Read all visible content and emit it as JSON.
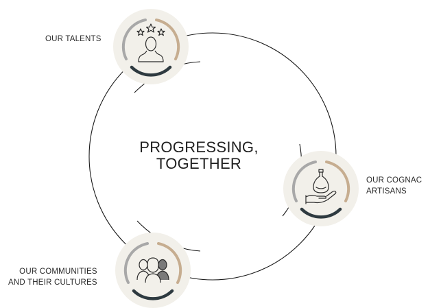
{
  "diagram": {
    "center_title": [
      "PROGRESSING,",
      "TOGETHER"
    ],
    "nodes": [
      {
        "id": "talents",
        "label_lines": [
          "OUR TALENTS"
        ],
        "icon": "person-stars-icon"
      },
      {
        "id": "cognac",
        "label_lines": [
          "OUR COGNAC",
          "ARTISANS"
        ],
        "icon": "hand-cognac-bottle-icon"
      },
      {
        "id": "communities",
        "label_lines": [
          "OUR COMMUNITIES",
          "AND THEIR CULTURES"
        ],
        "icon": "people-group-icon"
      }
    ],
    "colors": {
      "ring_line": "#1a1a1a",
      "badge_bg": "#f2f0ea",
      "arc_grey": "#a8a8a8",
      "arc_beige": "#c6ad90",
      "arc_dark": "#2e3a40",
      "icon_stroke": "#2a2a2a"
    }
  }
}
